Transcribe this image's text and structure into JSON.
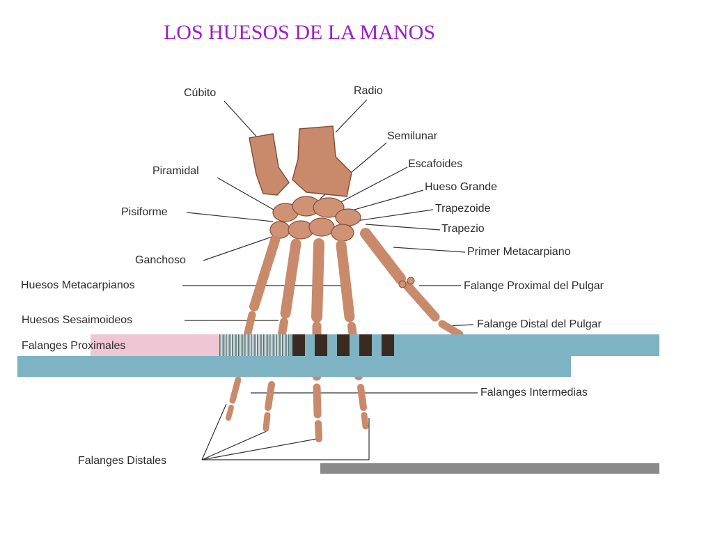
{
  "slide": {
    "title": "LOS HUESOS DE LA MANOS"
  },
  "diagram": {
    "labels": {
      "cubito": "Cúbito",
      "radio": "Radio",
      "semilunar": "Semilunar",
      "piramidal": "Piramidal",
      "escafoides": "Escafoides",
      "hueso_grande": "Hueso Grande",
      "pisiforme": "Pisiforme",
      "trapezoide": "Trapezoide",
      "trapezio": "Trapezio",
      "ganchoso": "Ganchoso",
      "primer_metacarpiano": "Primer Metacarpiano",
      "huesos_metacarpianos": "Huesos Metacarpianos",
      "falange_proximal_pulgar": "Falange Proximal del Pulgar",
      "huesos_sesamoideos": "Huesos Sesaimoideos",
      "falange_distal_pulgar": "Falange Distal del Pulgar",
      "falanges_proximales": "Falanges Proximales",
      "falanges_intermedias": "Falanges Intermedias",
      "falanges_distales": "Falanges Distales"
    },
    "colors": {
      "bone": "#c98a6c",
      "bone_shadow": "#9b5a40",
      "title": "#9a1fc9",
      "glitch_teal": "#7eb3c4",
      "glitch_gray": "#8a8a8a"
    }
  }
}
